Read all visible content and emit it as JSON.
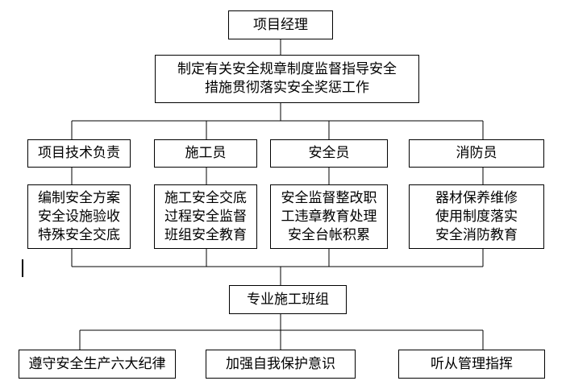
{
  "manager": {
    "title": "项目经理"
  },
  "duty": {
    "lines": [
      "制定有关安全规章制度监督指导安全",
      "措施贯彻落实安全奖惩工作"
    ]
  },
  "roles": [
    {
      "title": "项目技术负责",
      "tasks": [
        "编制安全方案",
        "安全设施验收",
        "特殊安全交底"
      ]
    },
    {
      "title": "施工员",
      "tasks": [
        "施工安全交底",
        "过程安全监督",
        "班组安全教育"
      ]
    },
    {
      "title": "安全员",
      "tasks": [
        "安全监督整改职",
        "工违章教育处理",
        "安全台帐积累"
      ]
    },
    {
      "title": "消防员",
      "tasks": [
        "器材保养维修",
        "使用制度落实",
        "安全消防教育"
      ]
    }
  ],
  "team": {
    "title": "专业施工班组"
  },
  "rules": [
    {
      "label": "遵守安全生产六大纪律"
    },
    {
      "label": "加强自我保护意识"
    },
    {
      "label": "听从管理指挥"
    }
  ]
}
